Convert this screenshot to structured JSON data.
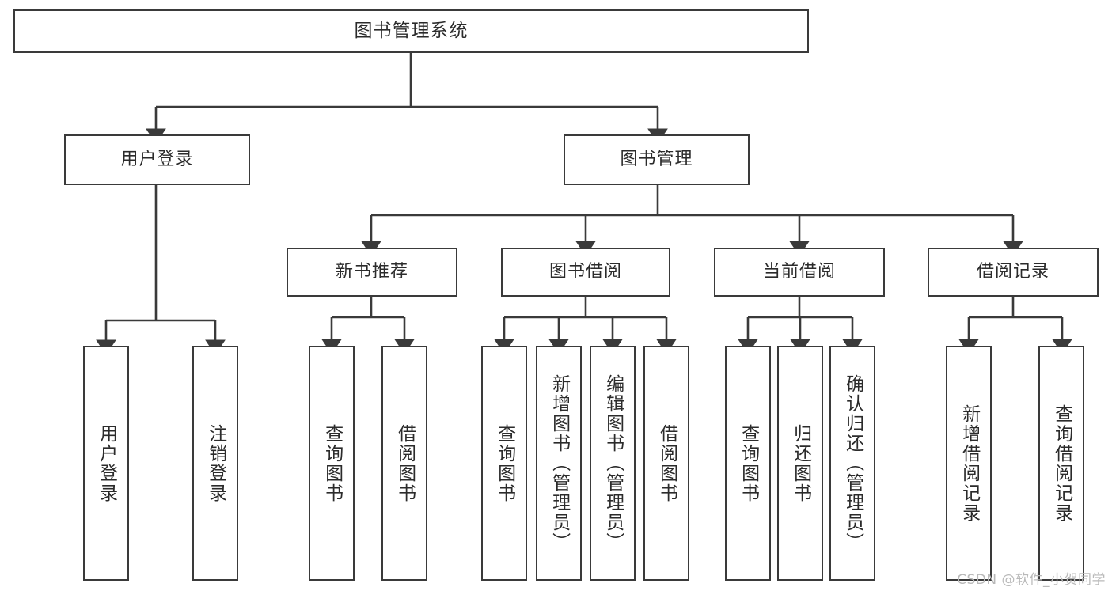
{
  "diagram": {
    "title": "图书管理系统",
    "type": "tree-hierarchy-diagram",
    "colors": {
      "stroke": "#3a3a3a",
      "fill": "#ffffff",
      "text": "#2b2b2b",
      "watermark": "#b9b9b9"
    },
    "nodes": {
      "root": {
        "label": "图书管理系统"
      },
      "level2": [
        {
          "label": "用户登录"
        },
        {
          "label": "图书管理"
        }
      ],
      "level3": [
        {
          "label": "新书推荐"
        },
        {
          "label": "图书借阅"
        },
        {
          "label": "当前借阅"
        },
        {
          "label": "借阅记录"
        }
      ],
      "leaves_user_login": [
        {
          "label": "用户登录"
        },
        {
          "label": "注销登录"
        }
      ],
      "leaves_new_book": [
        {
          "label": "查询图书"
        },
        {
          "label": "借阅图书"
        }
      ],
      "leaves_borrow": [
        {
          "label": "查询图书"
        },
        {
          "label": "新增图书（管理员）"
        },
        {
          "label": "编辑图书（管理员）"
        },
        {
          "label": "借阅图书"
        }
      ],
      "leaves_current": [
        {
          "label": "查询图书"
        },
        {
          "label": "归还图书"
        },
        {
          "label": "确认归还（管理员）"
        }
      ],
      "leaves_record": [
        {
          "label": "新增借阅记录"
        },
        {
          "label": "查询借阅记录"
        }
      ]
    },
    "watermark": "CSDN @软件_小贺同学"
  }
}
